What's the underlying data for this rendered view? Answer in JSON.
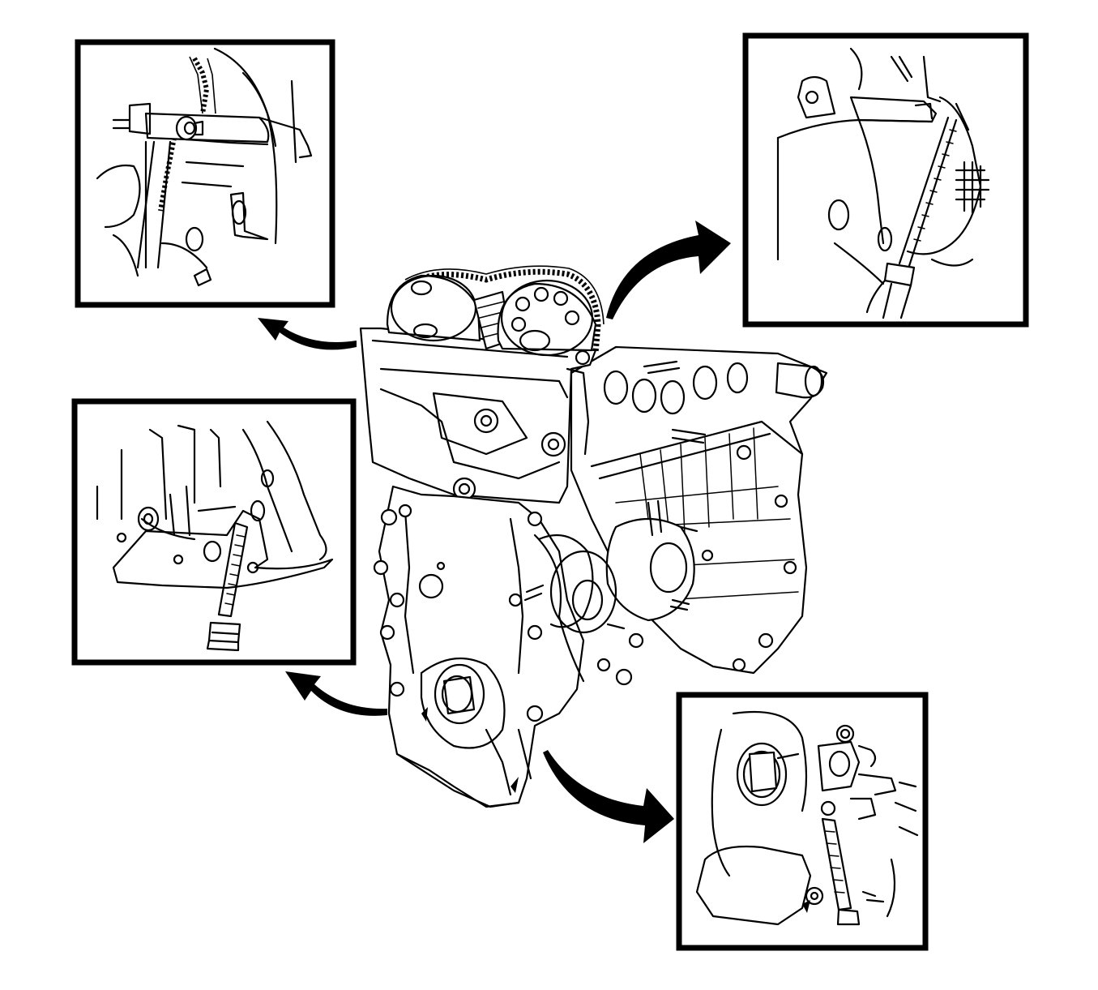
{
  "figure": {
    "main_view": "engine-front-timing-cover",
    "detail_views": [
      "detail-top-left",
      "detail-top-right",
      "detail-middle-left",
      "detail-bottom-right"
    ],
    "colors": {
      "line": "#000000",
      "background": "#ffffff"
    }
  }
}
